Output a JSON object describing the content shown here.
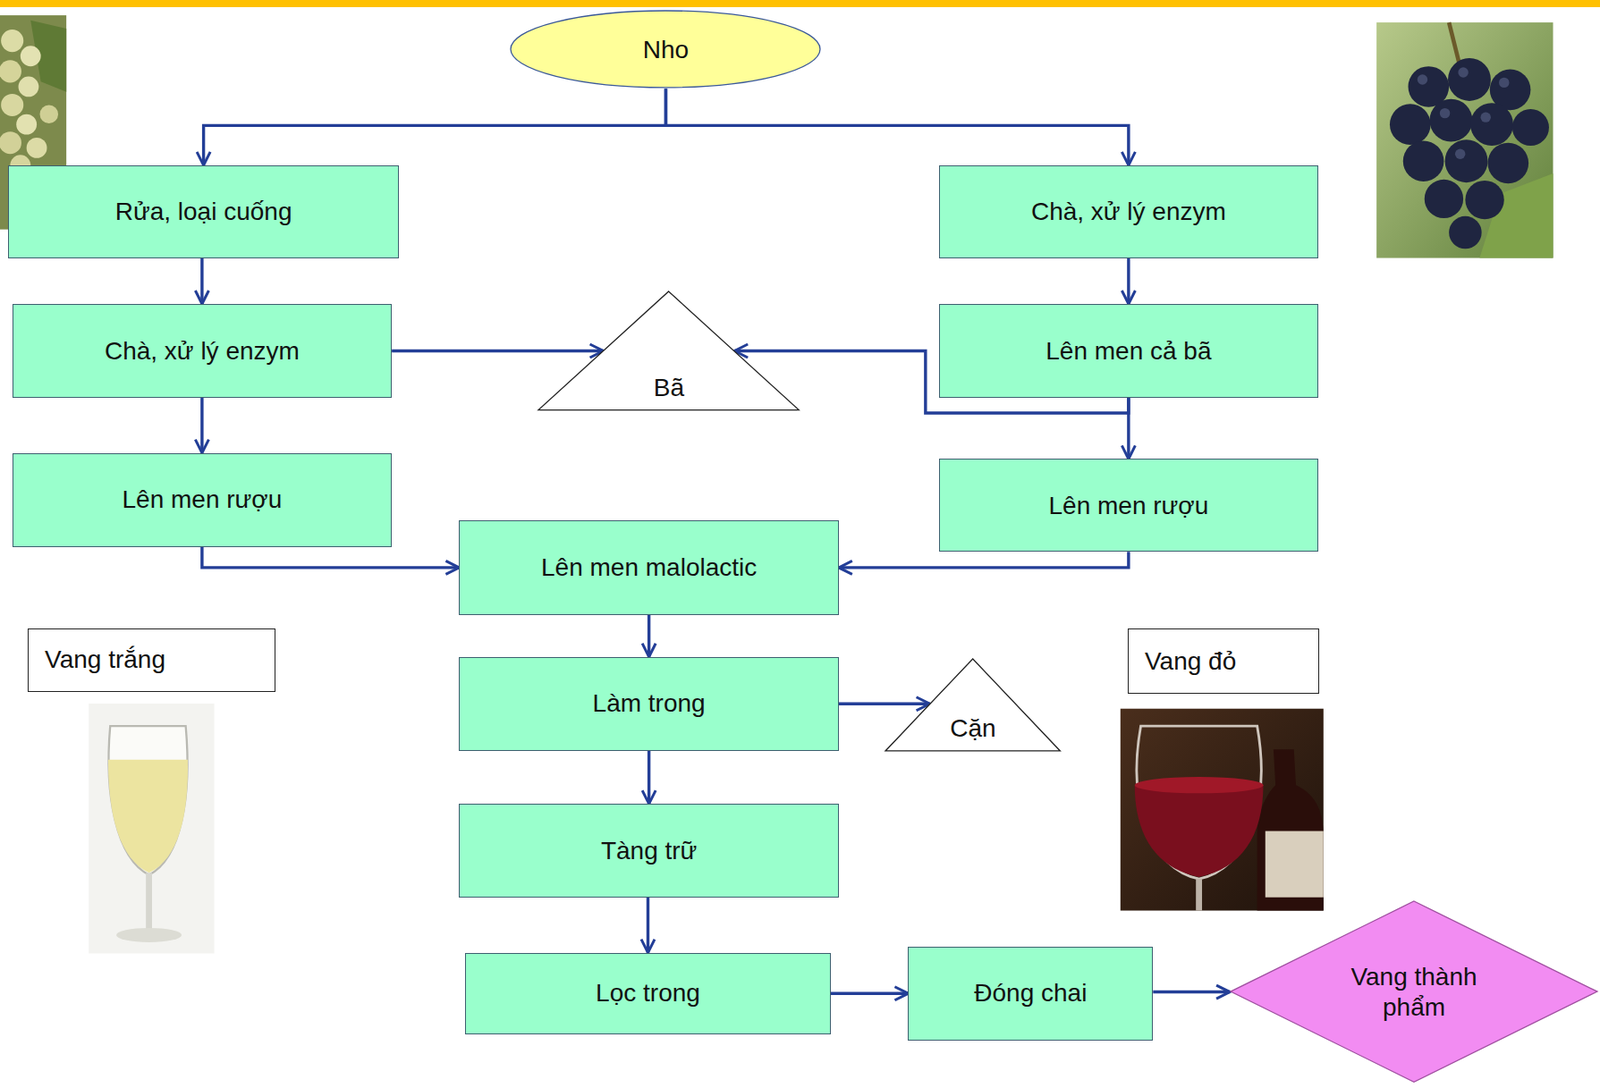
{
  "diagram": {
    "nodes": [
      {
        "text": [
          "Nho"
        ]
      },
      {
        "text": [
          "Rửa, loại cuống"
        ]
      },
      {
        "text": [
          "Chà, xử lý enzym"
        ]
      },
      {
        "text": [
          "Chà, xử lý enzym"
        ]
      },
      {
        "text": [
          "Bã"
        ]
      },
      {
        "text": [
          "Lên men cả bã"
        ]
      },
      {
        "text": [
          "Lên men rượu"
        ]
      },
      {
        "text": [
          "Lên men rượu"
        ]
      },
      {
        "text": [
          "Lên men malolactic"
        ]
      },
      {
        "text": [
          "Vang trắng"
        ]
      },
      {
        "text": [
          "Vang đỏ"
        ]
      },
      {
        "text": [
          "Làm trong"
        ]
      },
      {
        "text": [
          "Cặn"
        ]
      },
      {
        "text": [
          "Tàng trữ"
        ]
      },
      {
        "text": [
          "Lọc trong"
        ]
      },
      {
        "text": [
          "Đóng chai"
        ]
      },
      {
        "text": [
          "Vang thành phẩm"
        ]
      }
    ],
    "edges": [
      {
        "from": 0,
        "to": 1,
        "arrow": "to"
      },
      {
        "from": 0,
        "to": 2,
        "arrow": "to"
      },
      {
        "from": 1,
        "to": 3,
        "arrow": "to"
      },
      {
        "from": 3,
        "to": 6,
        "arrow": "to"
      },
      {
        "from": 3,
        "to": 4,
        "arrow": "to"
      },
      {
        "from": 2,
        "to": 5,
        "arrow": "to"
      },
      {
        "from": 5,
        "to": 4,
        "arrow": "to"
      },
      {
        "from": 5,
        "to": 7,
        "arrow": "to"
      },
      {
        "from": 6,
        "to": 8,
        "arrow": "to"
      },
      {
        "from": 7,
        "to": 8,
        "arrow": "to"
      },
      {
        "from": 8,
        "to": 11,
        "arrow": "to"
      },
      {
        "from": 11,
        "to": 12,
        "arrow": "to"
      },
      {
        "from": 11,
        "to": 13,
        "arrow": "to"
      },
      {
        "from": 13,
        "to": 14,
        "arrow": "to"
      },
      {
        "from": 14,
        "to": 15,
        "arrow": "to"
      },
      {
        "from": 15,
        "to": 16,
        "arrow": "to"
      }
    ]
  }
}
